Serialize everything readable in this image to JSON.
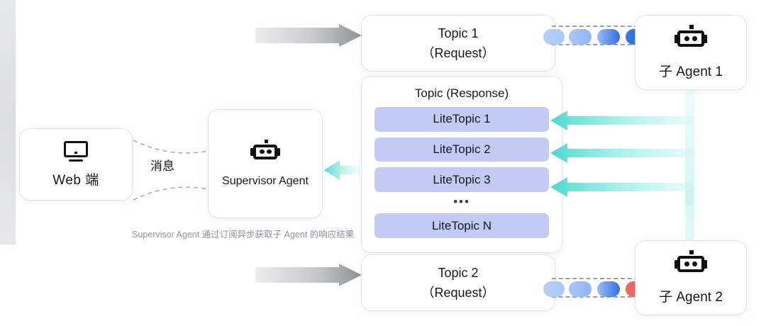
{
  "diagram": {
    "caption": "Supervisor Agent 通过订阅异步获取子 Agent 的响应结果",
    "message_label": "消息"
  },
  "web_client": {
    "label": "Web 端",
    "icon": "monitor-icon"
  },
  "supervisor": {
    "label": "Supervisor Agent",
    "icon": "robot-icon"
  },
  "topics": {
    "request_1": {
      "line1": "Topic 1",
      "line2": "（Request）"
    },
    "request_2": {
      "line1": "Topic 2",
      "line2": "（Request）"
    },
    "response": {
      "title": "Topic (Response)",
      "items": [
        {
          "label": "LiteTopic 1"
        },
        {
          "label": "LiteTopic 2"
        },
        {
          "label": "LiteTopic 3"
        },
        {
          "label": "LiteTopic N"
        }
      ],
      "ellipsis": "•••"
    }
  },
  "agents": [
    {
      "label": "子 Agent 1",
      "icon": "robot-icon"
    },
    {
      "label": "子 Agent 2",
      "icon": "robot-icon"
    }
  ],
  "tracks": {
    "top": {
      "pills": [
        {
          "from": "#b8d0fa",
          "to": "#a9c8f8"
        },
        {
          "from": "#a8c6f7",
          "to": "#8fb6f5"
        },
        {
          "from": "#9dbcf6",
          "to": "#2f6fe0"
        },
        {
          "from": "#3d79e4",
          "to": "#1f5fd8"
        }
      ]
    },
    "bottom": {
      "pills": [
        {
          "from": "#b8d0fa",
          "to": "#a9c8f8"
        },
        {
          "from": "#a8c6f7",
          "to": "#8fb6f5"
        },
        {
          "from": "#9dbcf6",
          "to": "#2f6fe0"
        },
        {
          "from": "#f06b63",
          "to": "#ef5a52"
        }
      ]
    }
  },
  "colors": {
    "lite_topic_bg": "#c3cbf4",
    "teal_arrow": "#4fd8cf",
    "gray_arrow": "#9a9ca1",
    "accent_blue": "#2f6fe0",
    "accent_red": "#ef5a52",
    "caption_text": "#8e9299"
  }
}
